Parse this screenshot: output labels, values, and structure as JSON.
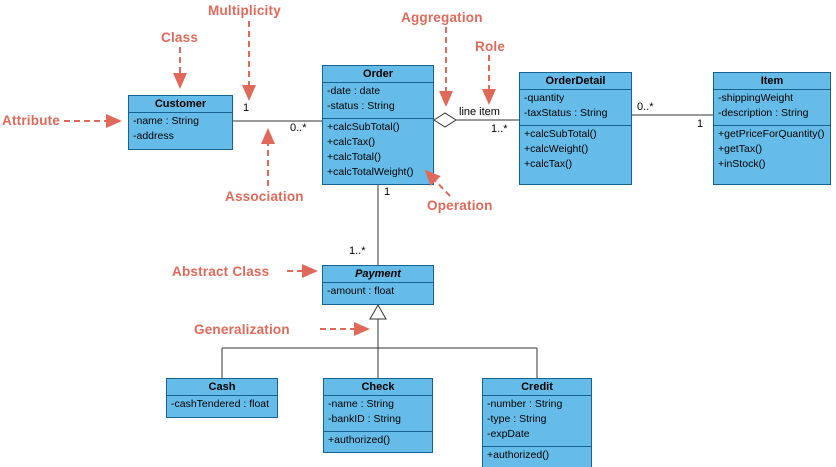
{
  "colors": {
    "class_fill": "#65bce9",
    "class_border": "#16638f",
    "annotation": "#e0695a",
    "connector": "#333333"
  },
  "classes": {
    "customer": {
      "title": "Customer",
      "attributes": [
        "-name : String",
        "-address"
      ]
    },
    "order": {
      "title": "Order",
      "attributes": [
        "-date : date",
        "-status : String"
      ],
      "operations": [
        "+calcSubTotal()",
        "+calcTax()",
        "+calcTotal()",
        "+calcTotalWeight()"
      ]
    },
    "order_detail": {
      "title": "OrderDetail",
      "attributes": [
        "-quantity",
        "-taxStatus : String"
      ],
      "operations": [
        "+calcSubTotal()",
        "+calcWeight()",
        "+calcTax()"
      ]
    },
    "item": {
      "title": "Item",
      "attributes": [
        "-shippingWeight",
        "-description : String"
      ],
      "operations": [
        "+getPriceForQuantity()",
        "+getTax()",
        "+inStock()"
      ]
    },
    "payment": {
      "title": "Payment",
      "attributes": [
        "-amount : float"
      ]
    },
    "cash": {
      "title": "Cash",
      "attributes": [
        "-cashTendered : float"
      ]
    },
    "check": {
      "title": "Check",
      "attributes": [
        "-name : String",
        "-bankID : String"
      ],
      "operations": [
        "+authorized()"
      ]
    },
    "credit": {
      "title": "Credit",
      "attributes": [
        "-number : String",
        "-type : String",
        "-expDate"
      ],
      "operations": [
        "+authorized()"
      ]
    }
  },
  "edge_labels": {
    "customer_order_1": "1",
    "customer_order_many": "0..*",
    "order_detail_role": "line item",
    "order_detail_many": "1..*",
    "detail_item_many": "0..*",
    "detail_item_1": "1",
    "order_payment_1": "1",
    "order_payment_many": "1..*"
  },
  "annotations": {
    "multiplicity": "Multiplicity",
    "class": "Class",
    "aggregation": "Aggregation",
    "role": "Role",
    "attribute": "Attribute",
    "association": "Association",
    "operation": "Operation",
    "abstract_class": "Abstract Class",
    "generalization": "Generalization"
  }
}
